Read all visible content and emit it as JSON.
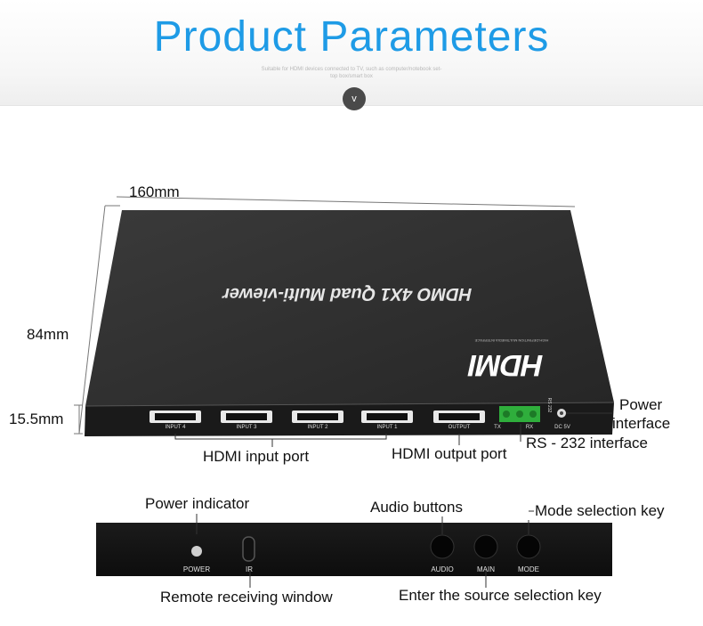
{
  "header": {
    "title": "Product Parameters",
    "subtitle": "Suitable for HDMI devices connected to TV, such as computer/notebook set-top box/smart box",
    "chevron": "v"
  },
  "dimensions": {
    "width": "160mm",
    "depth": "84mm",
    "height": "15.5mm"
  },
  "device": {
    "product_name": "HDMO  4X1 Quad Multi-viewer",
    "logo": "HDMI",
    "logo_sub": "HIGH-DEFINITION MULTIMEDIA INTERFACE",
    "rear_ports": [
      "INPUT 4",
      "INPUT 3",
      "INPUT 2",
      "INPUT 1",
      "OUTPUT"
    ],
    "rs232_pins": [
      "TX",
      "RX"
    ],
    "rs232_side": "RS 232",
    "power_port": "DC 5V",
    "front_labels": [
      "POWER",
      "IR",
      "AUDIO",
      "MAIN",
      "MODE"
    ]
  },
  "callouts": {
    "power_interface": "Power interface",
    "rs232": "RS - 232 interface",
    "hdmi_input": "HDMI input port",
    "hdmi_output": "HDMI output port",
    "power_indicator": "Power indicator",
    "audio_buttons": "Audio buttons",
    "mode_key": "Mode selection key",
    "remote_window": "Remote receiving window",
    "source_key": "Enter the source selection key"
  },
  "colors": {
    "accent": "#1e9be6",
    "device_body": "#2b2b2b",
    "terminal_green": "#2fae3c"
  }
}
